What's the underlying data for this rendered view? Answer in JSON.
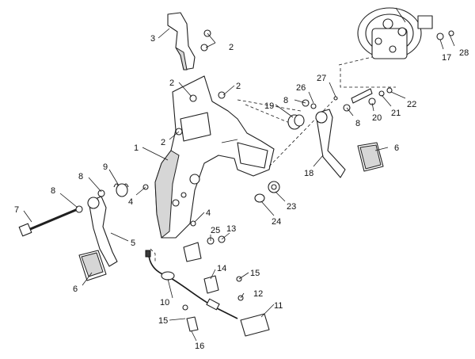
{
  "callouts": [
    {
      "id": "c1",
      "text": "1"
    },
    {
      "id": "c2a",
      "text": "2"
    },
    {
      "id": "c2b",
      "text": "2"
    },
    {
      "id": "c2c",
      "text": "2"
    },
    {
      "id": "c2d",
      "text": "2"
    },
    {
      "id": "c3",
      "text": "3"
    },
    {
      "id": "c4a",
      "text": "4"
    },
    {
      "id": "c4b",
      "text": "4"
    },
    {
      "id": "c5",
      "text": "5"
    },
    {
      "id": "c6a",
      "text": "6"
    },
    {
      "id": "c6b",
      "text": "6"
    },
    {
      "id": "c7",
      "text": "7"
    },
    {
      "id": "c8a",
      "text": "8"
    },
    {
      "id": "c8b",
      "text": "8"
    },
    {
      "id": "c8c",
      "text": "8"
    },
    {
      "id": "c8d",
      "text": "8"
    },
    {
      "id": "c9",
      "text": "9"
    },
    {
      "id": "c10",
      "text": "10"
    },
    {
      "id": "c11",
      "text": "11"
    },
    {
      "id": "c12",
      "text": "12"
    },
    {
      "id": "c13",
      "text": "13"
    },
    {
      "id": "c14",
      "text": "14"
    },
    {
      "id": "c15a",
      "text": "15"
    },
    {
      "id": "c15b",
      "text": "15"
    },
    {
      "id": "c16",
      "text": "16"
    },
    {
      "id": "c17",
      "text": "17"
    },
    {
      "id": "c18",
      "text": "18"
    },
    {
      "id": "c19",
      "text": "19"
    },
    {
      "id": "c20",
      "text": "20"
    },
    {
      "id": "c21",
      "text": "21"
    },
    {
      "id": "c22",
      "text": "22"
    },
    {
      "id": "c23",
      "text": "23"
    },
    {
      "id": "c24",
      "text": "24"
    },
    {
      "id": "c25",
      "text": "25"
    },
    {
      "id": "c26",
      "text": "26"
    },
    {
      "id": "c27",
      "text": "27"
    },
    {
      "id": "c28",
      "text": "28"
    }
  ]
}
